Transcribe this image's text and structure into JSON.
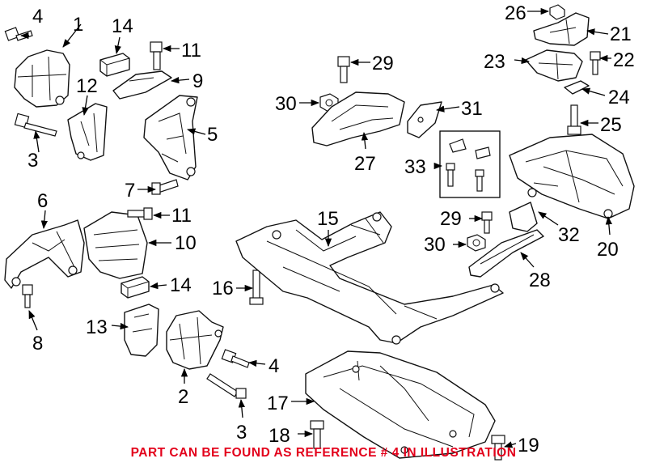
{
  "notice": {
    "text": "PART CAN BE FOUND AS REFERENCE # 4 IN ILLUSTRATION",
    "color": "#e3001b"
  },
  "callouts": [
    "1",
    "2",
    "3",
    "3",
    "4",
    "4",
    "5",
    "6",
    "7",
    "8",
    "9",
    "10",
    "11",
    "11",
    "12",
    "13",
    "14",
    "14",
    "15",
    "16",
    "17",
    "18",
    "19",
    "20",
    "21",
    "22",
    "23",
    "24",
    "25",
    "26",
    "27",
    "28",
    "29",
    "29",
    "30",
    "30",
    "31",
    "32",
    "33"
  ]
}
